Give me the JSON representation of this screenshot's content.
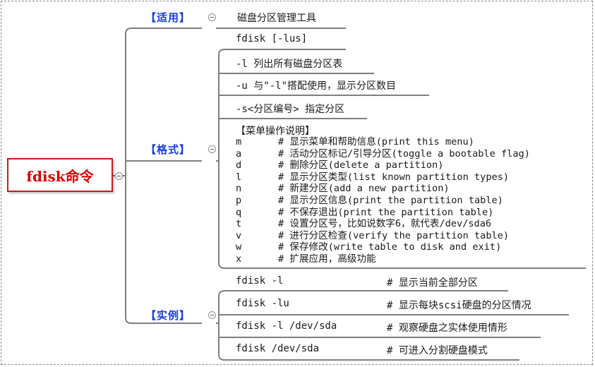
{
  "root": {
    "label": "fdisk命令"
  },
  "branches": {
    "usage": {
      "label": "【适用】",
      "leaf": "磁盘分区管理工具"
    },
    "format": {
      "label": "【格式】",
      "syntax": "fdisk [-lus]",
      "options": [
        "-l 列出所有磁盘分区表",
        "-u 与\"-l\"搭配使用，显示分区数目",
        "-s<分区编号> 指定分区"
      ],
      "menu_title": "【菜单操作说明】",
      "menu": [
        {
          "key": "m",
          "desc": "# 显示菜单和帮助信息(print this menu)"
        },
        {
          "key": "a",
          "desc": "# 活动分区标记/引导分区(toggle a bootable flag)"
        },
        {
          "key": "d",
          "desc": "# 删除分区(delete a partition)"
        },
        {
          "key": "l",
          "desc": "# 显示分区类型(list known partition types)"
        },
        {
          "key": "n",
          "desc": "# 新建分区(add a new partition)"
        },
        {
          "key": "p",
          "desc": "# 显示分区信息(print the partition table)"
        },
        {
          "key": "q",
          "desc": "# 不保存退出(print the partition table)"
        },
        {
          "key": "t",
          "desc": "# 设置分区号，比如说数字6，就代表/dev/sda6"
        },
        {
          "key": "v",
          "desc": "# 进行分区检查(verify the partition table)"
        },
        {
          "key": "w",
          "desc": "# 保存修改(write table to disk and exit)"
        },
        {
          "key": "x",
          "desc": "# 扩展应用，高级功能"
        }
      ]
    },
    "examples": {
      "label": "【实例】",
      "items": [
        {
          "cmd": "fdisk -l",
          "note": "# 显示当前全部分区"
        },
        {
          "cmd": "fdisk -lu",
          "note": "# 显示每块scsi硬盘的分区情况"
        },
        {
          "cmd": "fdisk -l /dev/sda",
          "note": "# 观察硬盘之实体使用情形"
        },
        {
          "cmd": "fdisk /dev/sda",
          "note": "# 可进入分割硬盘模式"
        }
      ]
    }
  },
  "colors": {
    "root_text": "#d40000",
    "root_border": "#c21f1f",
    "branch_label": "#1a3fd6",
    "line": "#7f7f7f"
  }
}
